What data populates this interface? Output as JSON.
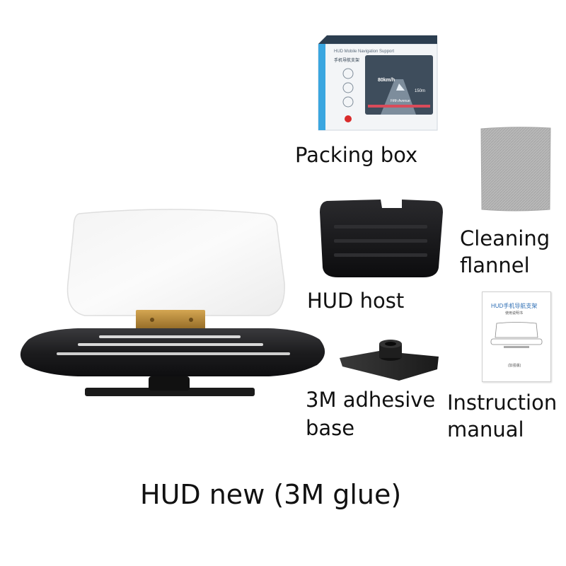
{
  "caption": "HUD new (3M glue)",
  "items": {
    "packing_box": {
      "label": "Packing box"
    },
    "cleaning_flannel": {
      "label_line1": "Cleaning",
      "label_line2": "flannel"
    },
    "hud_host": {
      "label": "HUD host"
    },
    "adhesive_base": {
      "label_line1": "3M adhesive",
      "label_line2": "base"
    },
    "instruction_manual": {
      "label_line1": "Instruction",
      "label_line2": "manual"
    }
  },
  "box_art": {
    "title_en": "HUD Mobile Navigation Support",
    "title_cn": "手机导航支架",
    "speed": "80km/h",
    "distance": "150m",
    "street": "Fifth Avenue"
  },
  "manual_art": {
    "title": "HUD手机导航支架",
    "subtitle": "使用说明书",
    "footer": "(加强版)"
  },
  "colors": {
    "text": "#111111",
    "box_blue": "#3aa6e0",
    "device_black": "#1c1c1e",
    "bracket_gold": "#b88a3a",
    "flannel_grey": "#b9b9b9"
  }
}
